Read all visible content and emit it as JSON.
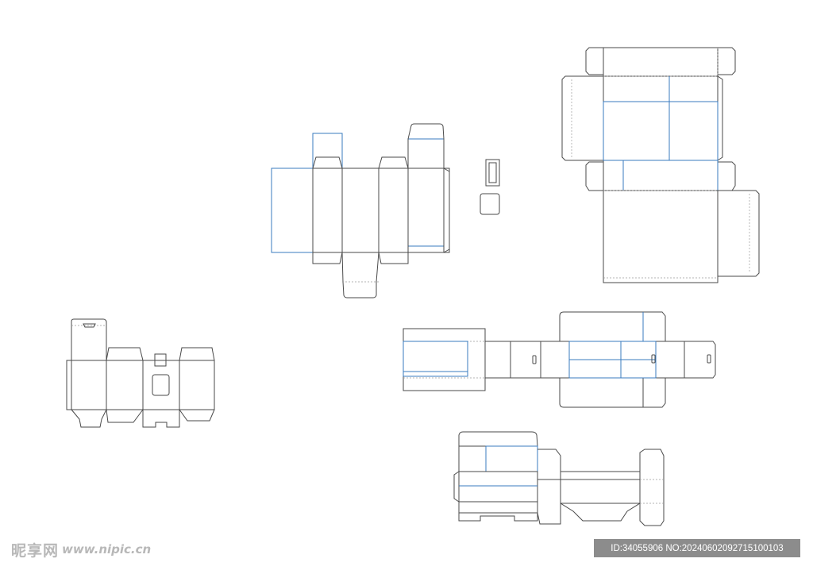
{
  "watermark": {
    "logo_text": "昵享网",
    "url_text": "www.nipic.cn"
  },
  "id_bar": {
    "text": "ID:34055906 NO:20240602092715100103"
  },
  "colors": {
    "cut_line": "#4a4a4a",
    "fold_line": "#9a9a9a",
    "blue_line": "#3a7bbf",
    "id_bar_background": "#8c8c8c"
  }
}
